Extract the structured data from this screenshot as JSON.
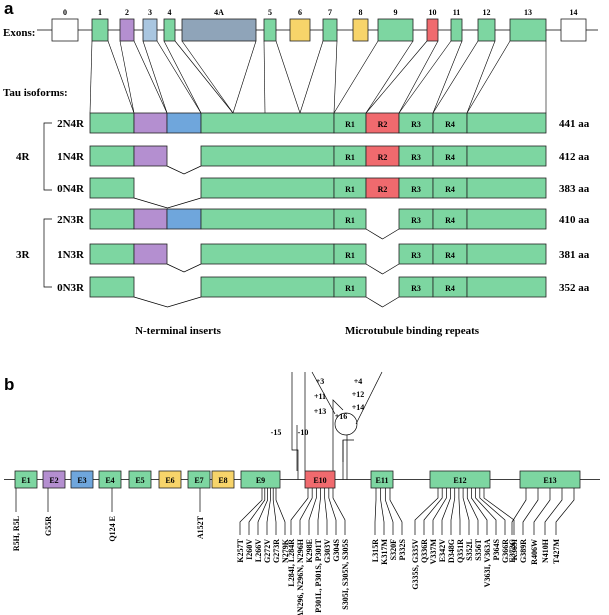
{
  "panel_a": {
    "letter": "a",
    "exons_label": "Exons:",
    "isoforms_label": "Tau isoforms:",
    "exons": [
      "0",
      "1",
      "2",
      "3",
      "4",
      "4A",
      "5",
      "6",
      "7",
      "8",
      "9",
      "10",
      "11",
      "12",
      "13",
      "14"
    ],
    "isoforms": [
      {
        "name": "2N4R",
        "size": "441 aa",
        "repeats": [
          "R1",
          "R2",
          "R3",
          "R4"
        ]
      },
      {
        "name": "1N4R",
        "size": "412 aa",
        "repeats": [
          "R1",
          "R2",
          "R3",
          "R4"
        ]
      },
      {
        "name": "0N4R",
        "size": "383 aa",
        "repeats": [
          "R1",
          "R2",
          "R3",
          "R4"
        ]
      },
      {
        "name": "2N3R",
        "size": "410 aa",
        "repeats": [
          "R1",
          "R3",
          "R4"
        ]
      },
      {
        "name": "1N3R",
        "size": "381 aa",
        "repeats": [
          "R1",
          "R3",
          "R4"
        ]
      },
      {
        "name": "0N3R",
        "size": "352 aa",
        "repeats": [
          "R1",
          "R3",
          "R4"
        ]
      }
    ],
    "group_4r": "4R",
    "group_3r": "3R",
    "caption_n": "N-terminal inserts",
    "caption_mt": "Microtubule  binding repeats"
  },
  "panel_b": {
    "letter": "b",
    "exons": [
      "E1",
      "E2",
      "E3",
      "E4",
      "E5",
      "E6",
      "E7",
      "E8",
      "E9",
      "E10",
      "E11",
      "E12",
      "E13"
    ],
    "intron_left": [
      "-15",
      "-10"
    ],
    "intron_plus_left": [
      "+3",
      "+11",
      "+13"
    ],
    "intron_plus_mid": "+16",
    "intron_plus_right": [
      "+4",
      "+12",
      "+14"
    ],
    "mutations": {
      "e1": "R5H, R5L",
      "e2": "G55R",
      "e4": "Q124 E",
      "e7": "A152T",
      "e9": [
        "K257T",
        "I260V",
        "L266V",
        "G272V",
        "G273R",
        "N279K"
      ],
      "e10": [
        "L284I, L284R",
        "ΔN296, N296N, N296H",
        "K298E",
        "P301L, P301S, P301T",
        "G303V",
        "G304S",
        "S305I, S305N, S305S"
      ],
      "e11": [
        "L315R",
        "K317M",
        "S320F",
        "P332S"
      ],
      "e12": [
        "G335S, G335V",
        "Q336R",
        "V337M",
        "E342V",
        "D348G",
        "Q351R",
        "S352L",
        "S356T",
        "V363I, V363A",
        "P364S",
        "G366R",
        "K369I"
      ],
      "e13": [
        "E372G",
        "G389R",
        "R406W",
        "N410H",
        "T427M"
      ]
    }
  },
  "colors": {
    "green": "#7dd6a1",
    "purple": "#b48fd0",
    "blue": "#6fa6dc",
    "steel": "#8fa4b9",
    "lightblue": "#a9c6e0",
    "yellow": "#f7d46a",
    "red": "#f06a6e",
    "white": "#ffffff"
  }
}
